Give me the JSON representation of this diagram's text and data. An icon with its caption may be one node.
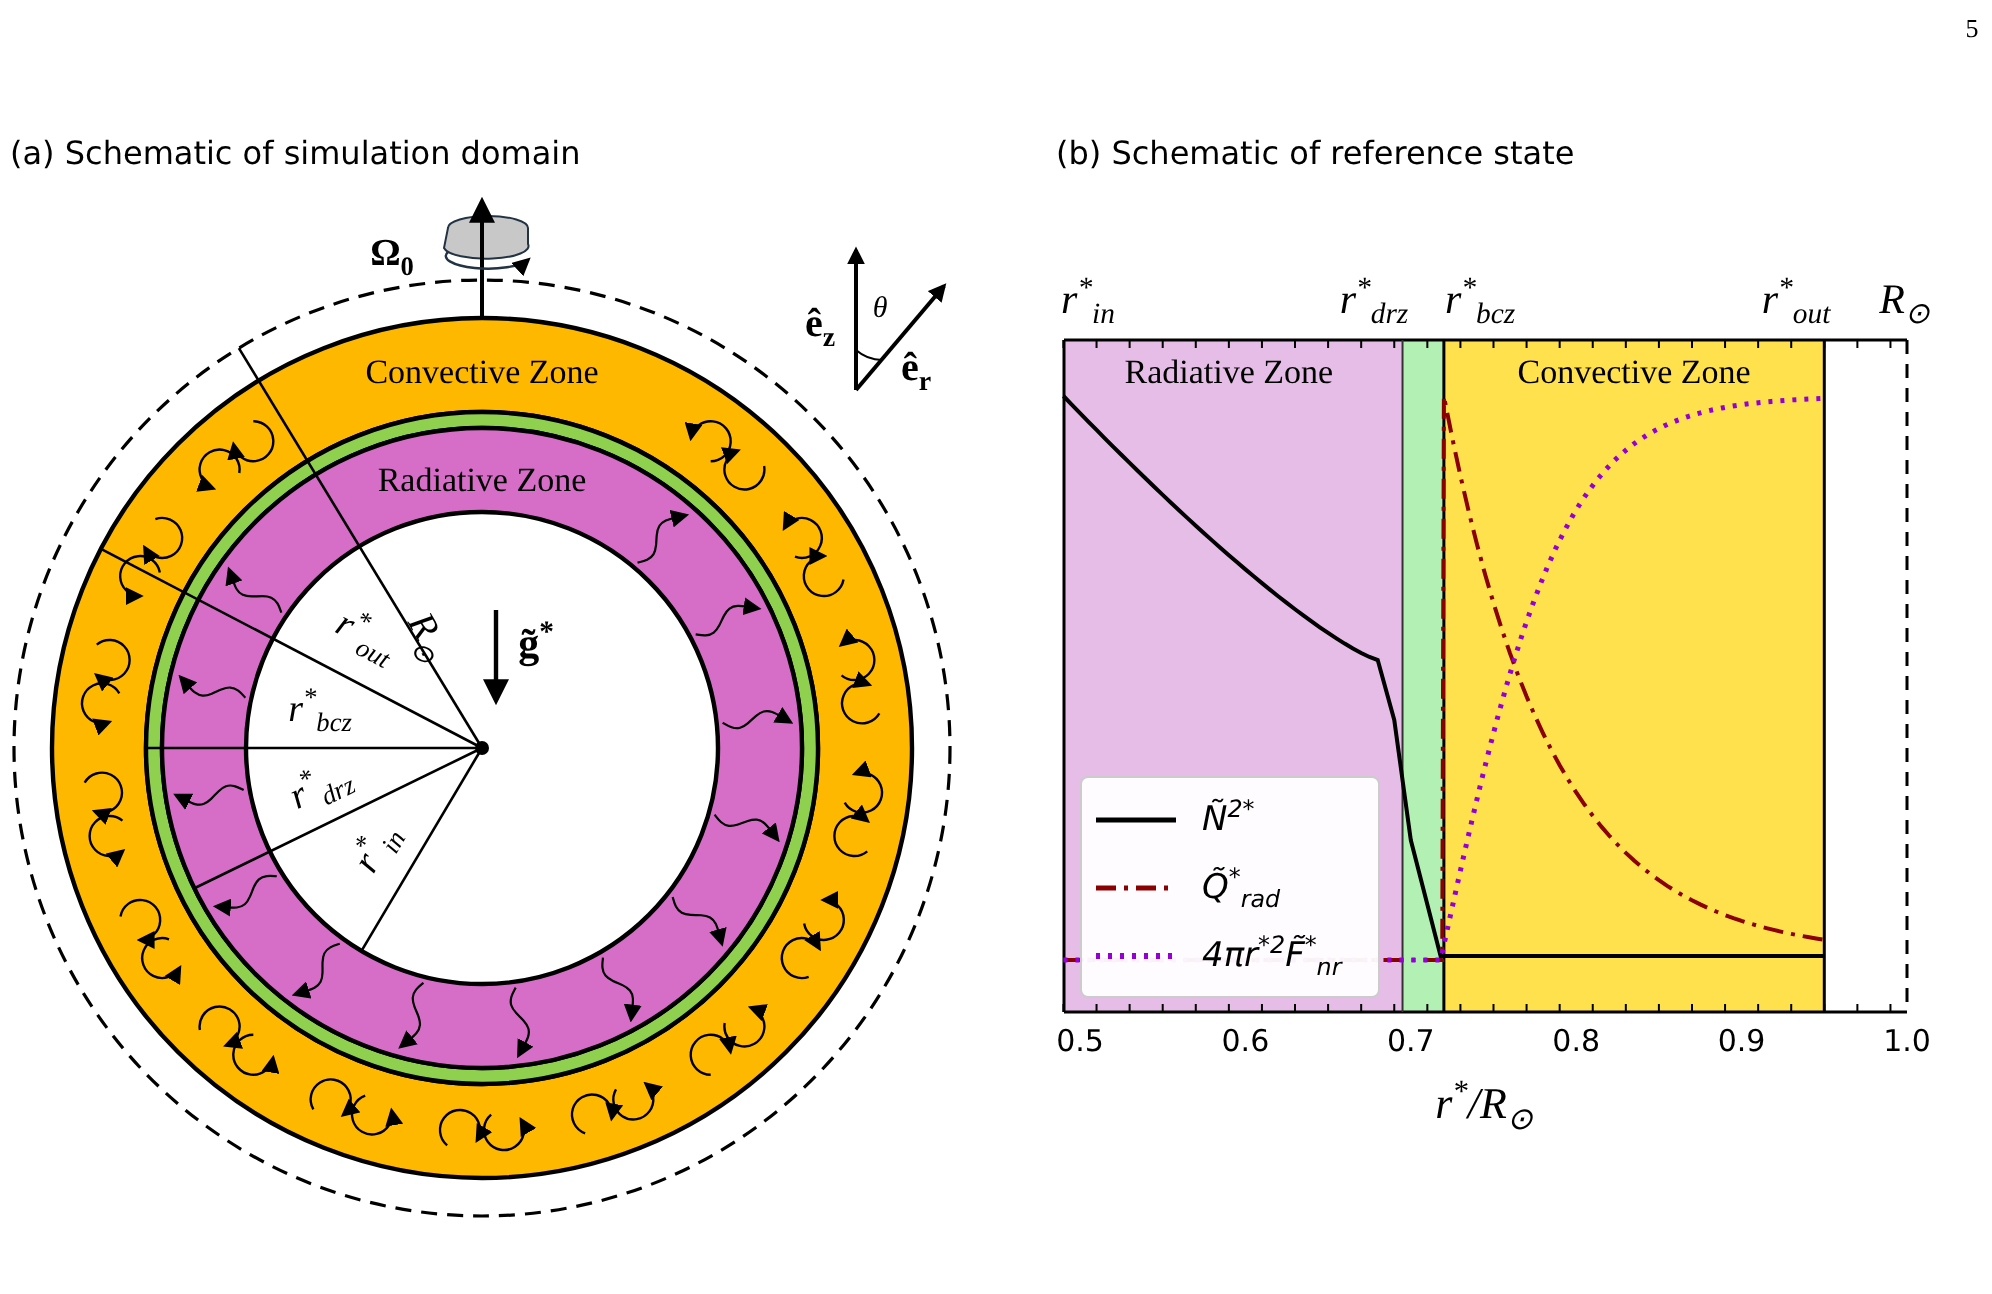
{
  "diagram": {
    "labels": [
      "5",
      "(a) Schematic of simulation domain",
      "(b) Schematic of reference state",
      "Ω$_{0}$",
      "ê$_{z}$",
      "θ",
      "ê$_{r}$",
      "Convective Zone",
      "Radiative Zone",
      "r$^{*}$$_{out}$",
      "R$_{⊙}$",
      "g̃$^{*}$",
      "r$^{*}$$_{bcz}$",
      "r$^{*}$$_{drz}$",
      "r$^{*}$$_{in}$",
      "r$^{*}$$_{in}$",
      "r$^{*}$$_{drz}$",
      "r$^{*}$$_{bcz}$",
      "r$^{*}$$_{out}$",
      "R$_{⊙}$",
      "Radiative Zone",
      "Convective Zone",
      "0.5",
      "0.6",
      "0.7",
      "0.8",
      "0.9",
      "1.0",
      "r$^{*}$/R$_{⊙}$"
    ],
    "legend": [
      {
        "text": "Ñ$^{2*}$"
      },
      {
        "text": "Q̃$^{*}$$_{rad}$"
      },
      {
        "text": "4πr$^{*2}$F̃$^{*}$$_{nr}$"
      }
    ]
  }
}
